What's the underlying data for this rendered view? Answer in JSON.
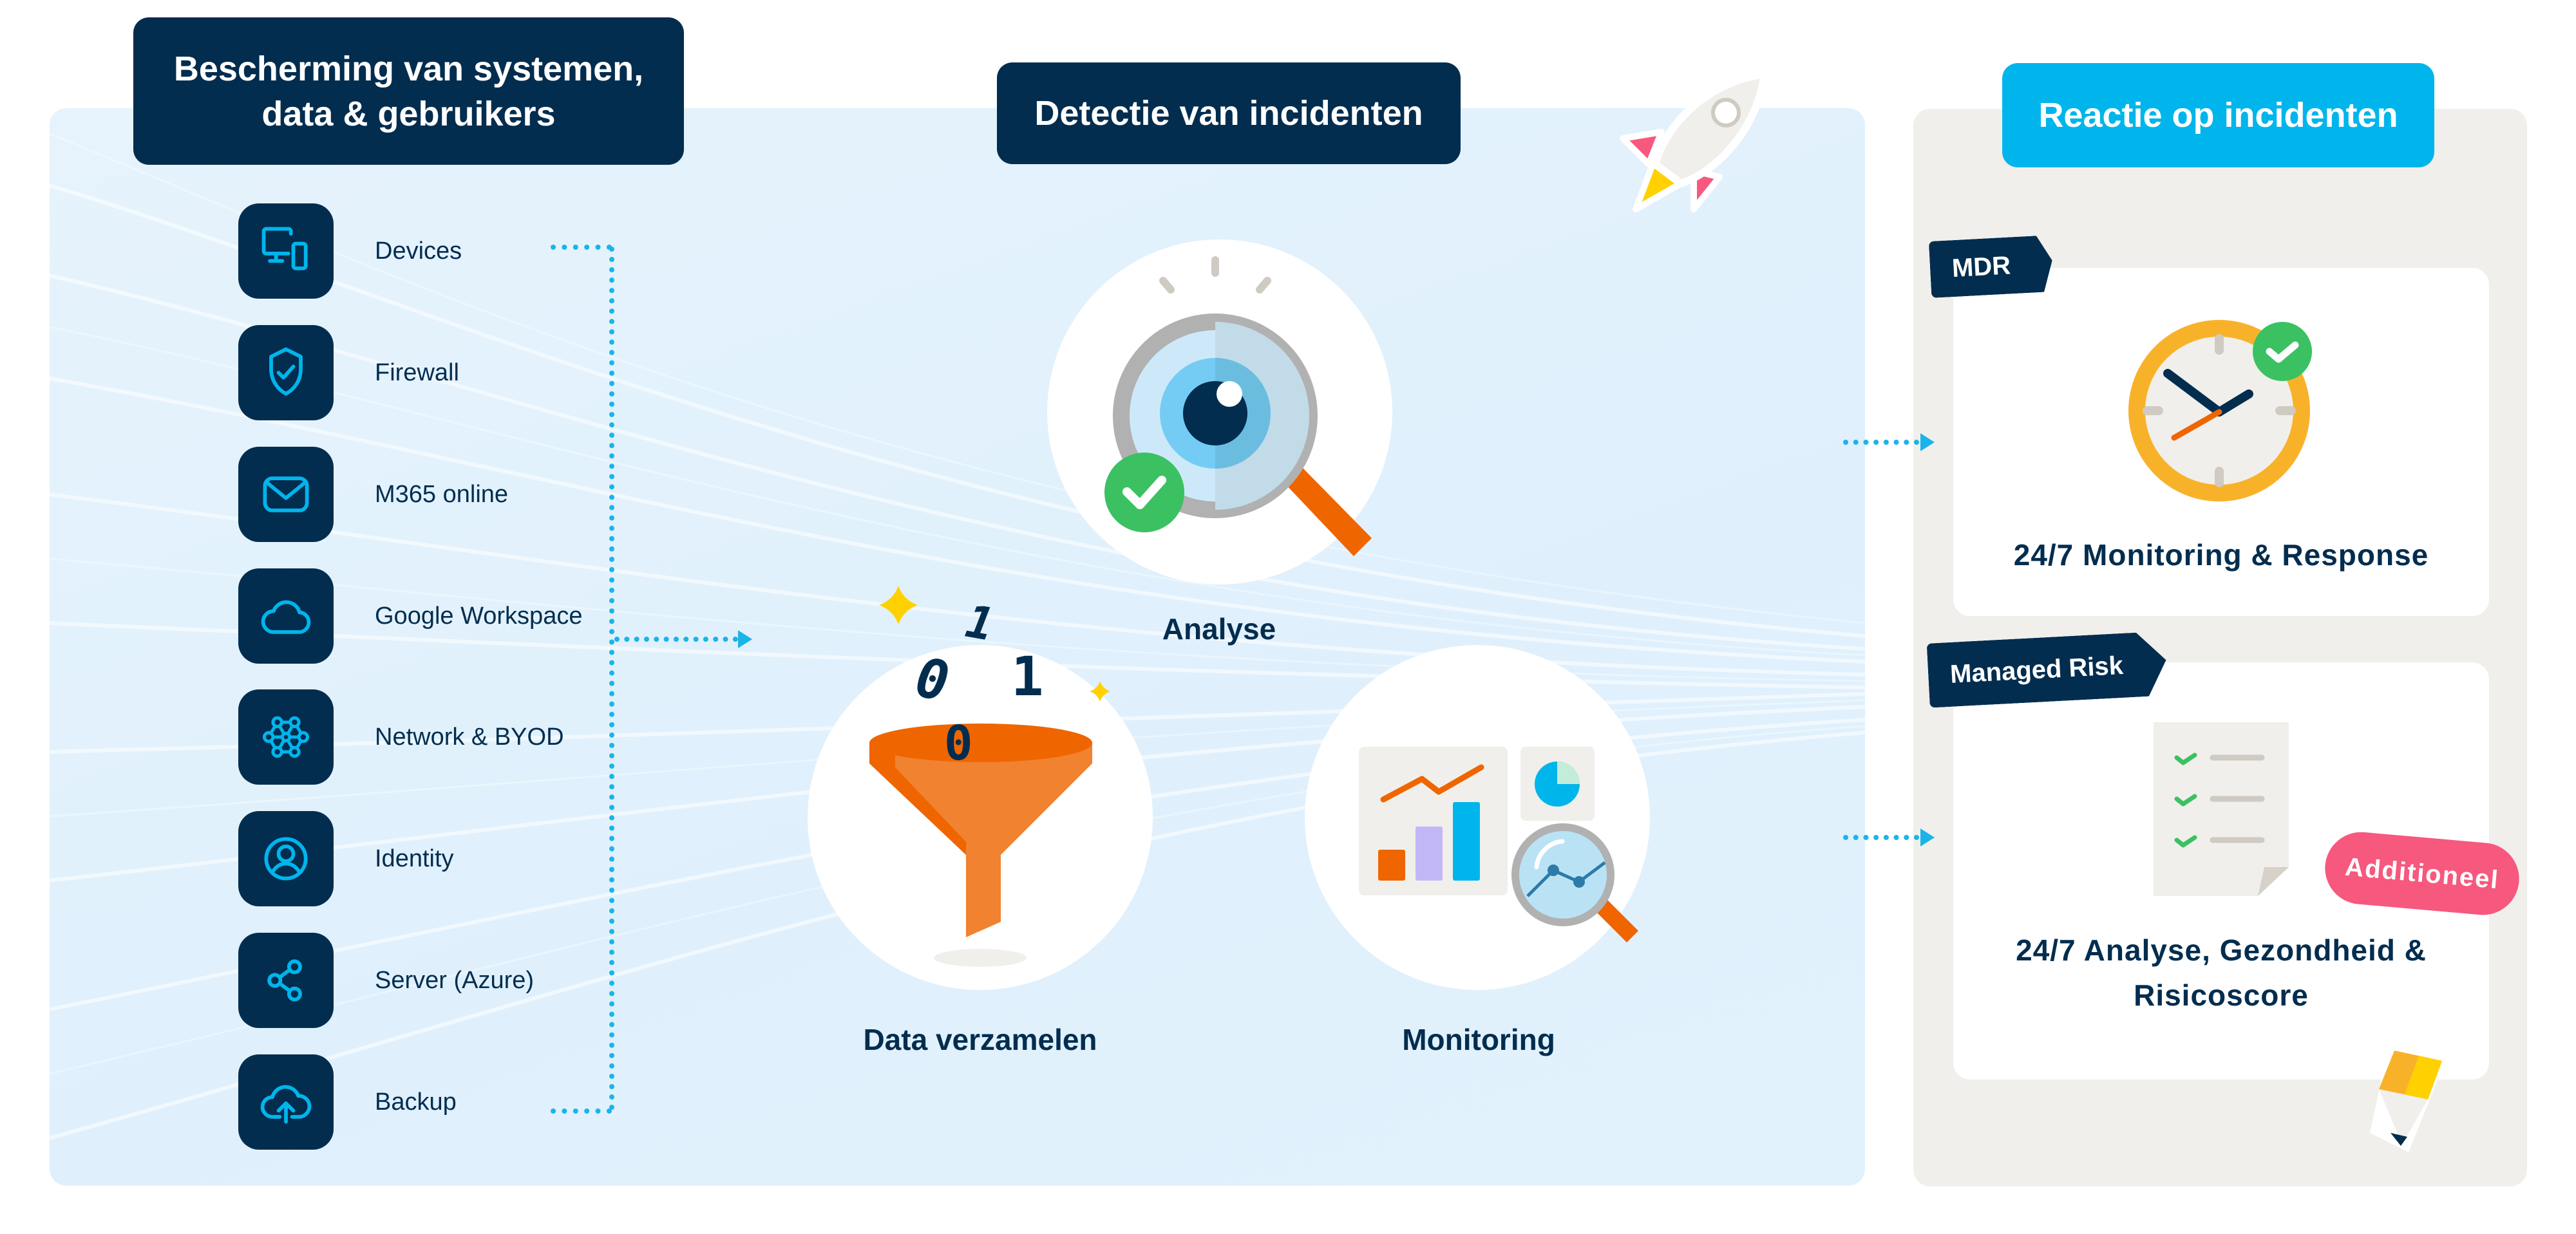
{
  "colors": {
    "navy": "#022d4f",
    "cyan": "#00b5ec",
    "orange": "#ef6500",
    "green": "#3bc162",
    "pink": "#f7587e",
    "yellow": "#ffd100"
  },
  "protection": {
    "title_line1": "Bescherming van systemen,",
    "title_line2": "data & gebruikers",
    "items": [
      {
        "label": "Devices",
        "icon": "devices-icon"
      },
      {
        "label": "Firewall",
        "icon": "shield-check-icon"
      },
      {
        "label": "M365 online",
        "icon": "mail-icon"
      },
      {
        "label": "Google Workspace",
        "icon": "cloud-icon"
      },
      {
        "label": "Network & BYOD",
        "icon": "network-icon"
      },
      {
        "label": "Identity",
        "icon": "user-circle-icon"
      },
      {
        "label": "Server (Azure)",
        "icon": "share-nodes-icon"
      },
      {
        "label": "Backup",
        "icon": "cloud-upload-icon"
      }
    ]
  },
  "detection": {
    "title": "Detectie van incidenten",
    "steps": [
      {
        "label": "Analyse",
        "icon": "eye-magnifier-icon"
      },
      {
        "label": "Data verzamelen",
        "icon": "funnel-icon"
      },
      {
        "label": "Monitoring",
        "icon": "dashboard-magnifier-icon"
      }
    ],
    "binary_digits": [
      "1",
      "0",
      "1",
      "0"
    ]
  },
  "response": {
    "title": "Reactie op incidenten",
    "cards": [
      {
        "tag": "MDR",
        "text": "24/7 Monitoring & Response",
        "icon": "clock-check-icon"
      },
      {
        "tag": "Managed Risk",
        "text_line1": "24/7 Analyse, Gezondheid &",
        "text_line2": "Risicoscore",
        "badge": "Additioneel",
        "icon": "checklist-document-icon"
      }
    ]
  }
}
